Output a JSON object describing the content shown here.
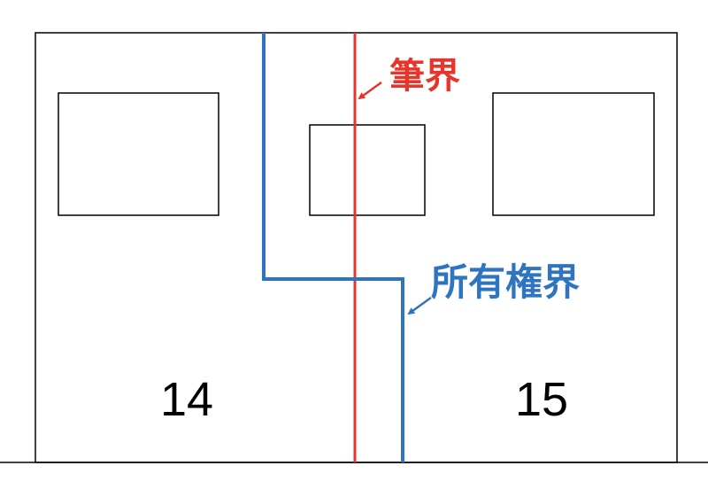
{
  "labels": {
    "parcel_boundary": "筆界",
    "ownership_boundary": "所有権界"
  },
  "lots": [
    "14",
    "15"
  ],
  "colors": {
    "parcel_boundary": "#e8352b",
    "ownership_boundary": "#2f74c0",
    "outline": "#000000"
  }
}
